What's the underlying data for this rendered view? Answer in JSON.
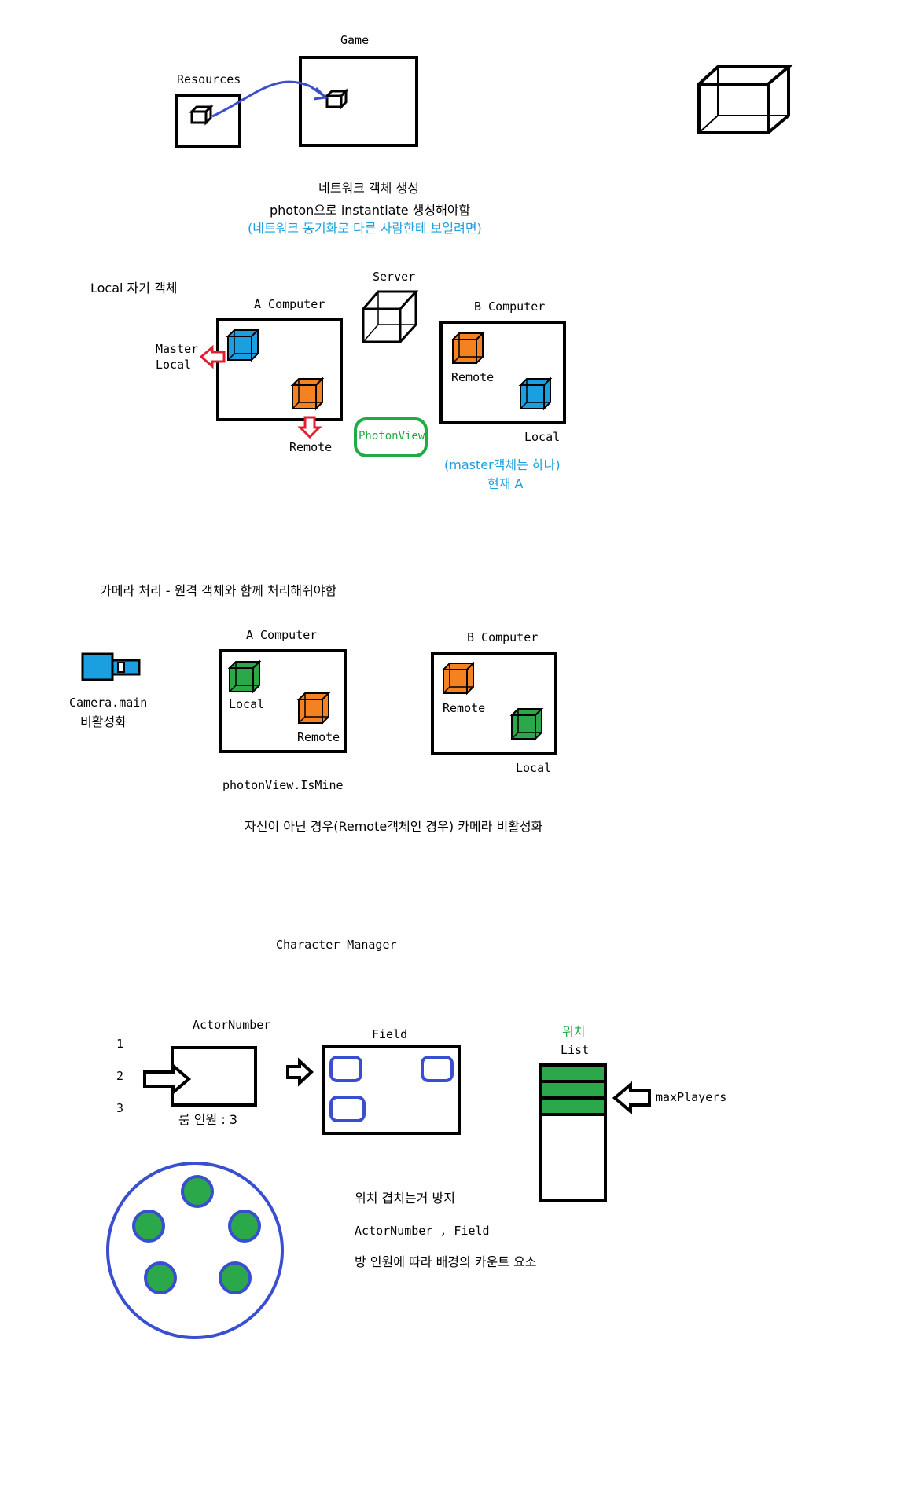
{
  "colors": {
    "cube_blue": "#1aa0e0",
    "cube_orange": "#f58220",
    "cube_green": "#2aa84a",
    "arrow_blue": "#3a4fd0",
    "arrow_red": "#e02030",
    "photonview_green": "#22aa44",
    "note_blue": "#1aa0e0",
    "field_slot": "#3a4fd0",
    "circle_outline": "#3a4fd0",
    "circle_dot": "#22aa44"
  },
  "section1": {
    "resources_label": "Resources",
    "game_label": "Game",
    "line1": "네트워크 객체 생성",
    "line2": "photon으로 instantiate 생성해야함",
    "line3": "(네트워크 동기화로 다른 사람한테 보일려면)"
  },
  "section2": {
    "local_label": "Local 자기 객체",
    "a_computer": "A Computer",
    "server": "Server",
    "b_computer": "B Computer",
    "master": "Master",
    "local_a": "Local",
    "remote_a": "Remote",
    "photonview": "PhotonView",
    "remote_b": "Remote",
    "local_b": "Local",
    "note1": "(master객체는 하나)",
    "note2": "현재 A"
  },
  "section3": {
    "title": "카메라 처리 - 원격 객체와 함께 처리해줘야함",
    "camera_main": "Camera.main",
    "deactivate": "비활성화",
    "a_computer": "A Computer",
    "local_a": "Local",
    "remote_a": "Remote",
    "b_computer": "B Computer",
    "remote_b": "Remote",
    "local_b": "Local",
    "ismine": "photonView.IsMine",
    "note": "자신이 아닌 경우(Remote객체인 경우) 카메라 비활성화"
  },
  "section4": {
    "title": "Character Manager",
    "actor_number": "ActorNumber",
    "num1": "1",
    "num2": "2",
    "num3": "3",
    "room_count": "룸 인원 : 3",
    "field": "Field",
    "position": "위치",
    "list": "List",
    "max_players": "maxPlayers",
    "note1": "위치 겹치는거 방지",
    "note2": "ActorNumber , Field",
    "note3": "방 인원에 따라 배경의 카운트 요소"
  }
}
